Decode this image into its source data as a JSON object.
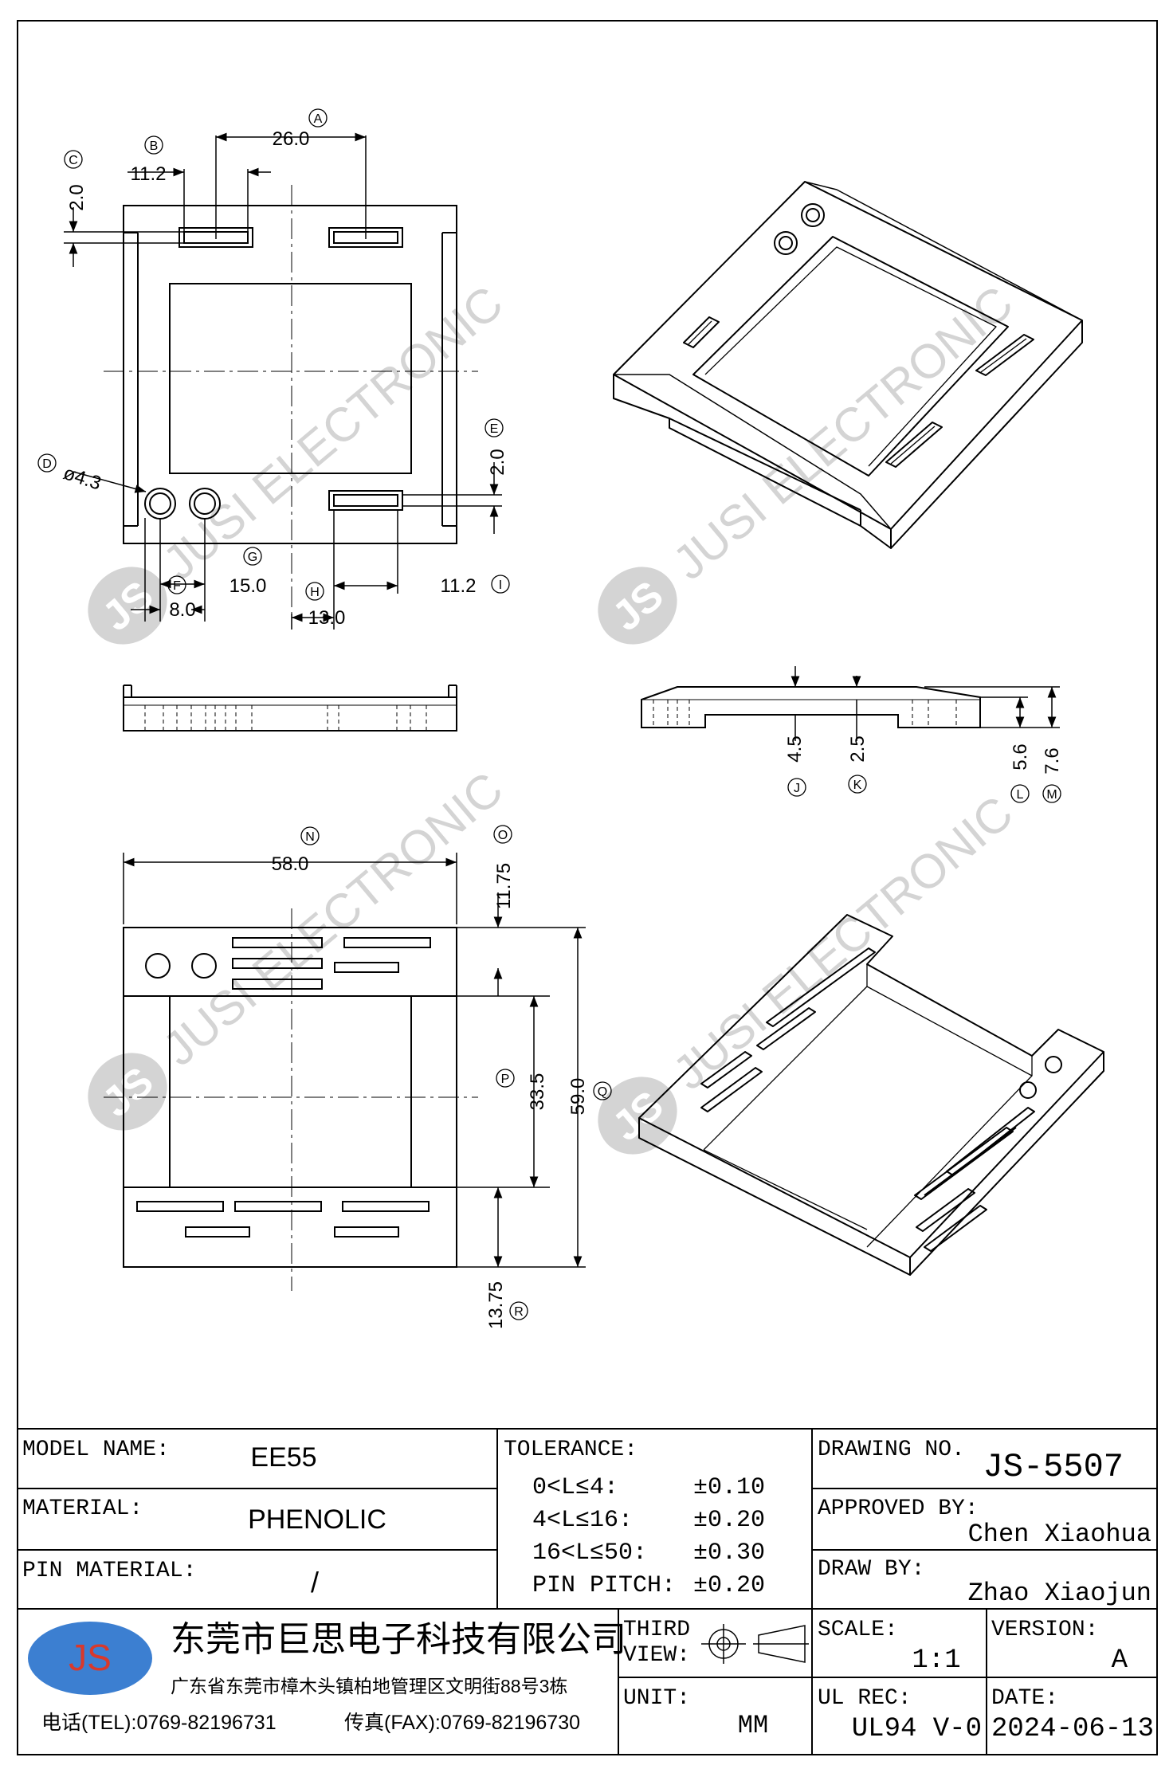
{
  "labels": {
    "A": "A",
    "B": "B",
    "C": "C",
    "D": "D",
    "E": "E",
    "F": "F",
    "G": "G",
    "H": "H",
    "I": "I",
    "J": "J",
    "K": "K",
    "L": "L",
    "M": "M",
    "N": "N",
    "O": "O",
    "P": "P",
    "Q": "Q",
    "R": "R"
  },
  "dims": {
    "A": "26.0",
    "B": "11.2",
    "C": "2.0",
    "D": "ø4.3",
    "E": "2.0",
    "F": "8.0",
    "G": "15.0",
    "H": "13.0",
    "I": "11.2",
    "J": "4.5",
    "K": "2.5",
    "L": "5.6",
    "M": "7.6",
    "N": "58.0",
    "O": "11.75",
    "P": "33.5",
    "Q": "59.0",
    "R": "13.75"
  },
  "watermark": {
    "brand": "JS",
    "text": "JUSI ELECTRONIC"
  },
  "title_block": {
    "model_name_label": "MODEL NAME:",
    "model_name": "EE55",
    "material_label": "MATERIAL:",
    "material": "PHENOLIC",
    "pin_material_label": "PIN MATERIAL:",
    "pin_material": "/",
    "tolerance_label": "TOLERANCE:",
    "tolerances": [
      {
        "range": "0<L≤4:",
        "value": "±0.10"
      },
      {
        "range": "4<L≤16:",
        "value": "±0.20"
      },
      {
        "range": "16<L≤50:",
        "value": "±0.30"
      },
      {
        "range": "PIN PITCH:",
        "value": "±0.20"
      }
    ],
    "drawing_no_label": "DRAWING NO.",
    "drawing_no": "JS-5507",
    "approved_by_label": "APPROVED BY:",
    "approved_by": "Chen Xiaohua",
    "draw_by_label": "DRAW BY:",
    "draw_by": "Zhao Xiaojun",
    "company_logo": "JS",
    "company_name": "东莞市巨思电子科技有限公司",
    "company_address": "广东省东莞市樟木头镇柏地管理区文明街88号3栋",
    "tel": "电话(TEL):0769-82196731",
    "fax": "传真(FAX):0769-82196730",
    "projection_label_1": "THIRD",
    "projection_label_2": "VIEW:",
    "unit_label": "UNIT:",
    "unit": "MM",
    "scale_label": "SCALE:",
    "scale": "1:1",
    "version_label": "VERSION:",
    "version": "A",
    "ul_rec_label": "UL REC:",
    "ul_rec": "UL94 V-0",
    "date_label": "DATE:",
    "date": "2024-06-13"
  }
}
